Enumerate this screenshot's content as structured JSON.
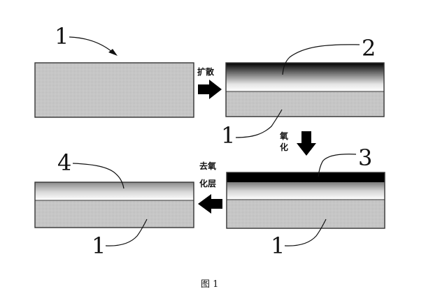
{
  "labels": {
    "substrate_top_left": "1",
    "diffusion_layer": "2",
    "substrate_top_right": "1",
    "oxide_layer": "3",
    "remaining_layer": "4",
    "substrate_bottom_left": "1",
    "substrate_bottom_right": "1"
  },
  "steps": {
    "diffuse": "扩散",
    "oxidize_line1": "氧",
    "oxidize_line2": "化",
    "remove_oxide_line1": "去氧",
    "remove_oxide_line2": "化层"
  },
  "caption": "图 1",
  "colors": {
    "substrate": "#c7c7c7",
    "dark_layer": "#000000",
    "line": "#333333"
  }
}
